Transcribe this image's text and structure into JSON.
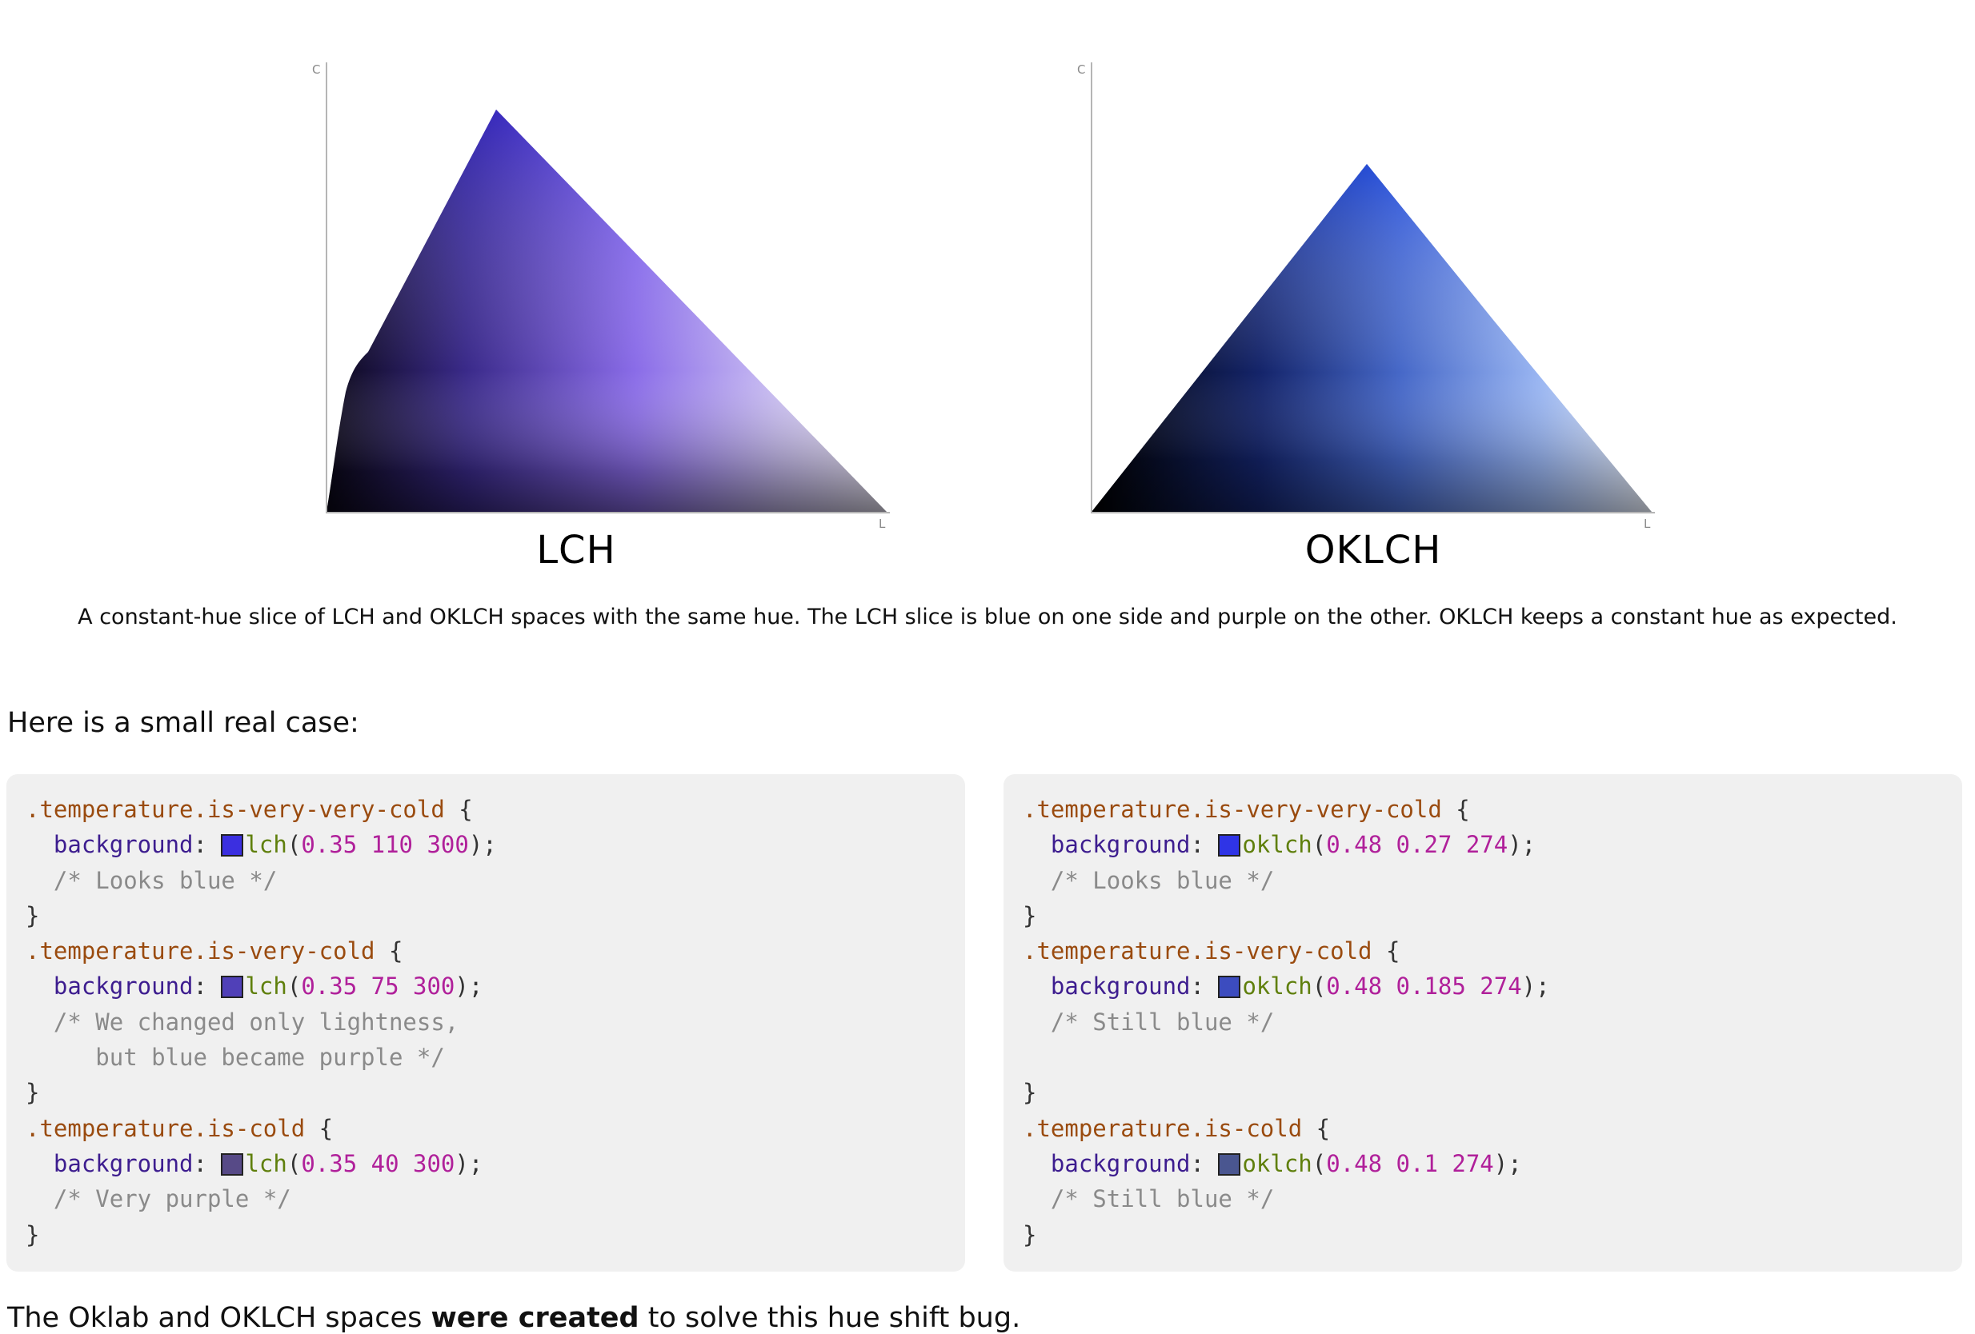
{
  "figure": {
    "plots": [
      {
        "title": "LCH",
        "y_axis_letter": "C",
        "x_axis_letter": "L"
      },
      {
        "title": "OKLCH",
        "y_axis_letter": "C",
        "x_axis_letter": "L"
      }
    ],
    "caption": "A constant-hue slice of LCH and OKLCH spaces with the same hue. The LCH slice is blue on one side and purple on the other. OKLCH keeps a constant hue as expected."
  },
  "intro_text": "Here is a small real case:",
  "code_left": {
    "blocks": [
      {
        "selector": ".temperature.is-very-very-cold",
        "property": "background",
        "func": "lch",
        "args": "0.35 110 300",
        "swatch": "#3b2fe0",
        "comment": [
          "/* Looks blue */"
        ]
      },
      {
        "selector": ".temperature.is-very-cold",
        "property": "background",
        "func": "lch",
        "args": "0.35 75 300",
        "swatch": "#5040b8",
        "comment": [
          "/* We changed only lightness,",
          "   but blue became purple */"
        ]
      },
      {
        "selector": ".temperature.is-cold",
        "property": "background",
        "func": "lch",
        "args": "0.35 40 300",
        "swatch": "#574a87",
        "comment": [
          "/* Very purple */"
        ]
      }
    ]
  },
  "code_right": {
    "blocks": [
      {
        "selector": ".temperature.is-very-very-cold",
        "property": "background",
        "func": "oklch",
        "args": "0.48 0.27 274",
        "swatch": "#2f34e6",
        "comment": [
          "/* Looks blue */"
        ]
      },
      {
        "selector": ".temperature.is-very-cold",
        "property": "background",
        "func": "oklch",
        "args": "0.48 0.185 274",
        "swatch": "#3c4cbf",
        "comment": [
          "/* Still blue */",
          ""
        ]
      },
      {
        "selector": ".temperature.is-cold",
        "property": "background",
        "func": "oklch",
        "args": "0.48 0.1 274",
        "swatch": "#4a5690",
        "comment": [
          "/* Still blue */"
        ]
      }
    ]
  },
  "outro": {
    "before": "The Oklab and OKLCH spaces ",
    "link": "were created",
    "after": " to solve this hue shift bug."
  },
  "colors": {
    "code_background": "#f0f0f0",
    "selector": "#9a4b0f",
    "property": "#3d1d8f",
    "function": "#5f7f0c",
    "number": "#b0209a",
    "comment": "#8a8a8a"
  }
}
